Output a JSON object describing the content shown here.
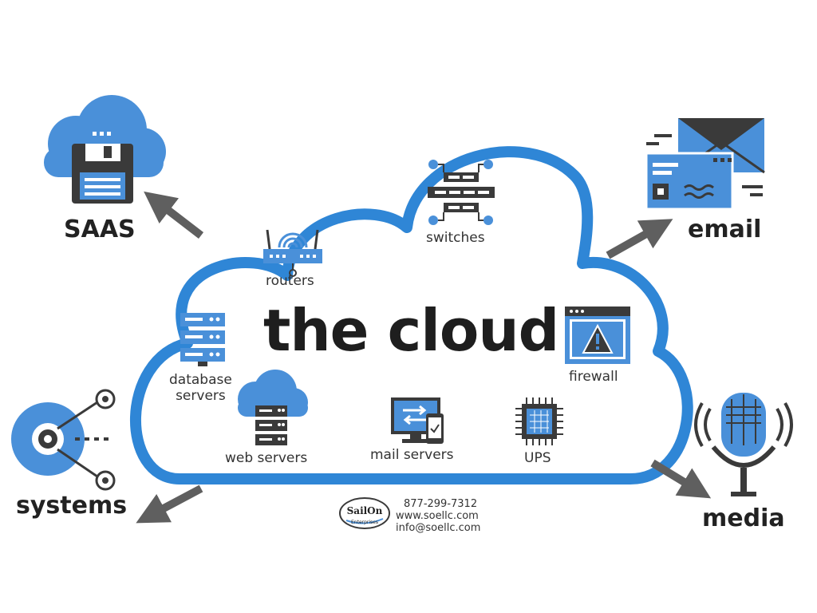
{
  "title": "the cloud",
  "components": {
    "switches": "switches",
    "routers": "routers",
    "database_servers": [
      "database",
      "servers"
    ],
    "firewall": "firewall",
    "web_servers": "web servers",
    "mail_servers": "mail servers",
    "ups": "UPS"
  },
  "outer": {
    "saas": "SAAS",
    "email": "email",
    "systems": "systems",
    "media": "media"
  },
  "contact": {
    "phone": "877-299-7312",
    "web": "www.soellc.com",
    "email": "info@soellc.com"
  },
  "logo": {
    "top_text": "Sail On",
    "bottom_text": "Enterprises"
  },
  "colors": {
    "accent_blue": "#4a90d9",
    "cloud_outline": "#2f86d6",
    "dark": "#3a3a3a",
    "arrow": "#5f5f5f"
  }
}
